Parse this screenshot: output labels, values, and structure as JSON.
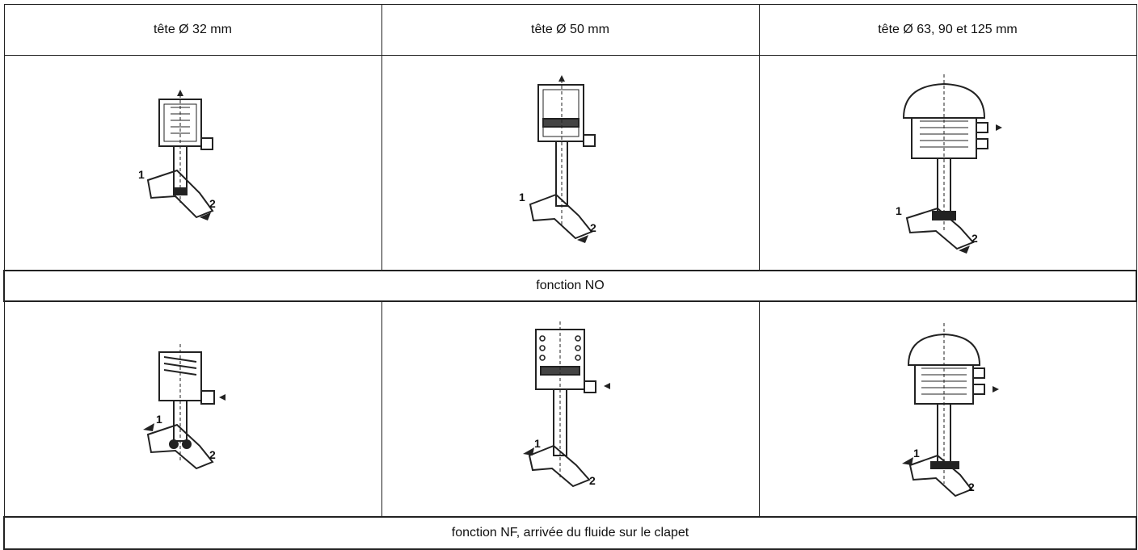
{
  "table": {
    "headers": [
      "tête Ø 32 mm",
      "tête Ø 50 mm",
      "tête Ø 63, 90 et 125 mm"
    ],
    "caption_no": "fonction NO",
    "caption_nf": "fonction NF, arrivée du fluide sur le clapet"
  },
  "port_labels": {
    "inlet": "1",
    "outlet": "2"
  },
  "icons": {
    "pilot_arrow": "arrow-icon",
    "flow_arrow": "flow-arrow-icon"
  },
  "colors": {
    "line": "#222222",
    "background": "#ffffff"
  }
}
